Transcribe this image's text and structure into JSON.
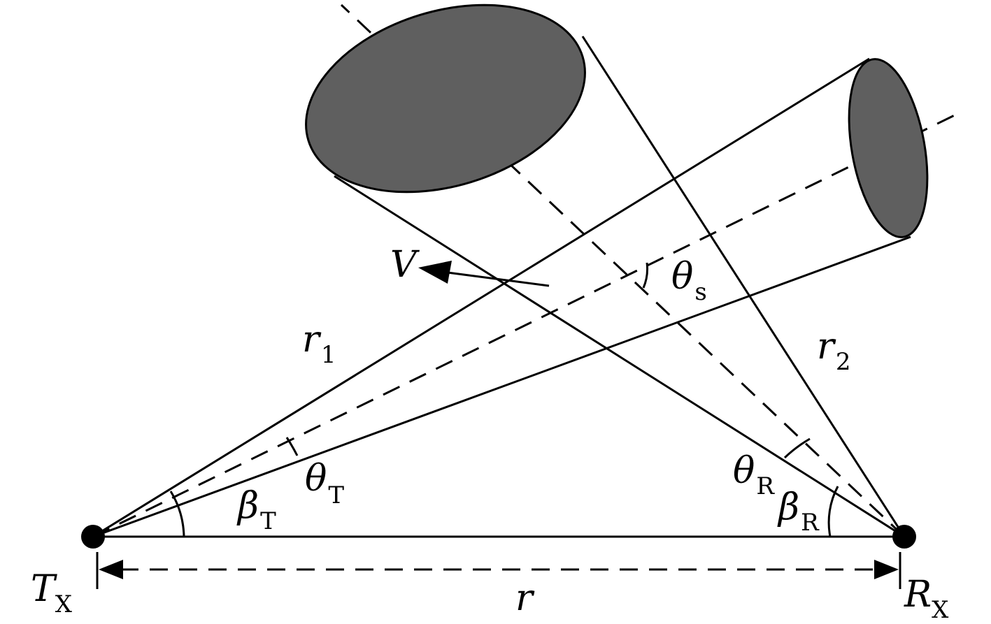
{
  "colors": {
    "disk_fill": "#5f5f5f",
    "line": "#000000",
    "background": "#ffffff"
  },
  "labels": {
    "v": "V",
    "theta_s": {
      "main": "θ",
      "sub": "s"
    },
    "r1": {
      "main": "r",
      "sub": "1"
    },
    "r2": {
      "main": "r",
      "sub": "2"
    },
    "theta_t": {
      "main": "θ",
      "sub": "T"
    },
    "beta_t": {
      "main": "β",
      "sub": "T"
    },
    "theta_r": {
      "main": "θ",
      "sub": "R"
    },
    "beta_r": {
      "main": "β",
      "sub": "R"
    },
    "tx": {
      "main": "T",
      "sub": "X"
    },
    "rx": {
      "main": "R",
      "sub": "X"
    },
    "r": "r"
  }
}
